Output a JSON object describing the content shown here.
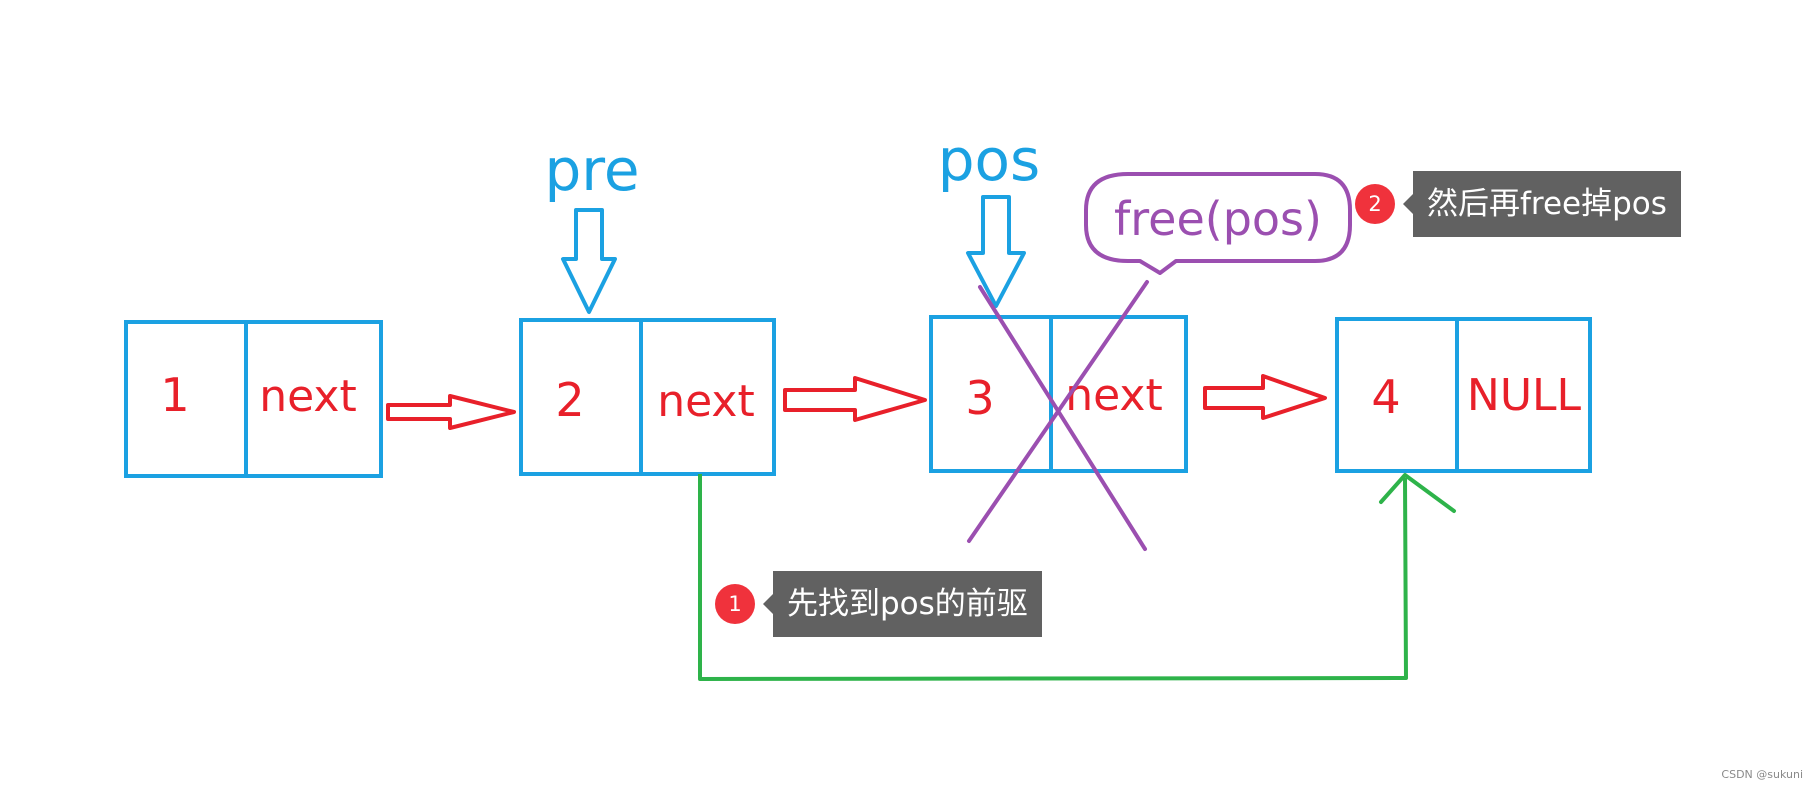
{
  "colors": {
    "node_border": "#1ba1e2",
    "node_text": "#e8202a",
    "arrow": "#e8202a",
    "pointer_label": "#1ba1e2",
    "relink": "#2eb34a",
    "cross": "#9b4fb0",
    "free_bubble": "#9b4fb0",
    "callout_bg": "#616161",
    "badge": "#f0323c"
  },
  "nodes": [
    {
      "data": "1",
      "next": "next"
    },
    {
      "data": "2",
      "next": "next"
    },
    {
      "data": "3",
      "next": "next"
    },
    {
      "data": "4",
      "next": "NULL"
    }
  ],
  "pointers": {
    "pre": "pre",
    "pos": "pos"
  },
  "free_bubble": "free(pos)",
  "steps": [
    {
      "number": "1",
      "text": "先找到pos的前驱"
    },
    {
      "number": "2",
      "text": "然后再free掉pos"
    }
  ],
  "watermark": "CSDN @sukuni"
}
